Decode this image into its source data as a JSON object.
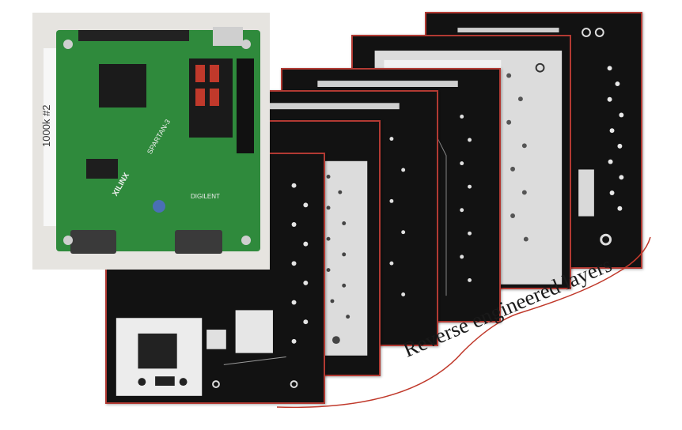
{
  "caption": "Reverse engineered layers",
  "board_photo": {
    "tape_label": "1000k #2",
    "logo": "XILINX",
    "chip_label": "SPARTAN-3",
    "vendor": "DIGILENT"
  },
  "colors": {
    "board_green": "#2f8a3c",
    "layer_bg": "#121212",
    "layer_border": "#b23a33",
    "brace": "#c0392b"
  }
}
